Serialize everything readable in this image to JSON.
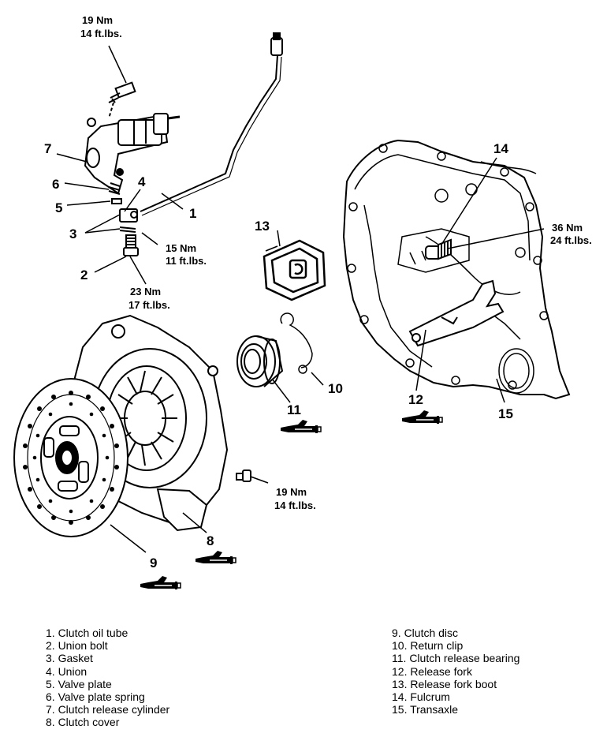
{
  "torque_specs": {
    "union_bolt_top": {
      "nm": "19 Nm",
      "ftlbs": "14 ft.lbs."
    },
    "union": {
      "nm": "15 Nm",
      "ftlbs": "11 ft.lbs."
    },
    "union_bolt": {
      "nm": "23 Nm",
      "ftlbs": "17 ft.lbs."
    },
    "fulcrum": {
      "nm": "36 Nm",
      "ftlbs": "24 ft.lbs."
    },
    "cover_bolt": {
      "nm": "19 Nm",
      "ftlbs": "14 ft.lbs."
    }
  },
  "callouts": [
    "1",
    "2",
    "3",
    "4",
    "5",
    "6",
    "7",
    "8",
    "9",
    "10",
    "11",
    "12",
    "13",
    "14",
    "15"
  ],
  "legend": {
    "left": [
      "1. Clutch oil tube",
      "2. Union bolt",
      "3. Gasket",
      "4. Union",
      "5. Valve plate",
      "6. Valve plate spring",
      "7. Clutch release cylinder",
      "8. Clutch cover"
    ],
    "right": [
      "9. Clutch disc",
      "10. Return clip",
      "11. Clutch release bearing",
      "12. Release fork",
      "13. Release fork boot",
      "14. Fulcrum",
      "15. Transaxle"
    ]
  },
  "icons": [
    "grease-gun-icon"
  ]
}
